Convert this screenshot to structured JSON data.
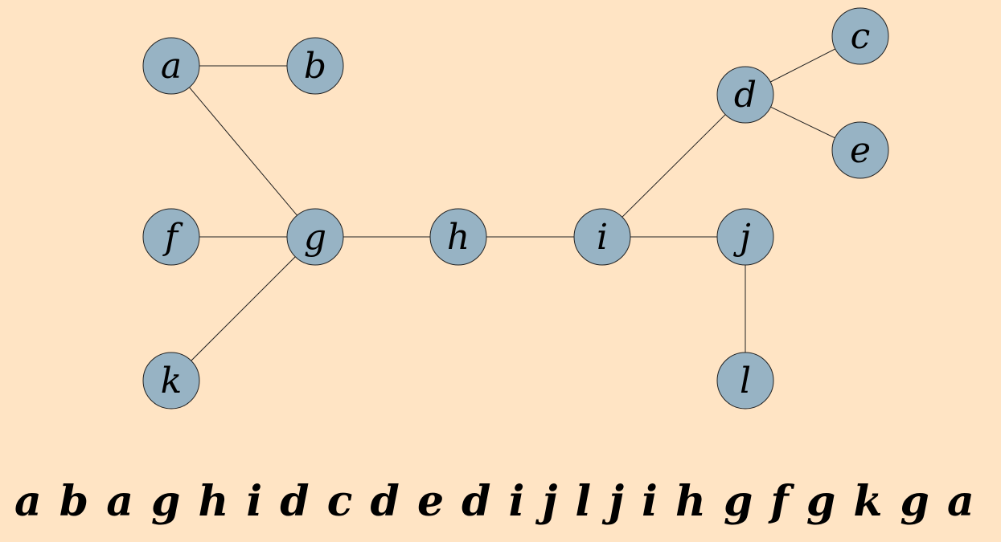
{
  "colors": {
    "background": "#ffe4c4",
    "node_fill": "#97b3c4",
    "node_stroke": "#222222",
    "edge": "#222222"
  },
  "nodes": [
    {
      "id": "a",
      "label": "a"
    },
    {
      "id": "b",
      "label": "b"
    },
    {
      "id": "c",
      "label": "c"
    },
    {
      "id": "d",
      "label": "d"
    },
    {
      "id": "e",
      "label": "e"
    },
    {
      "id": "f",
      "label": "f"
    },
    {
      "id": "g",
      "label": "g"
    },
    {
      "id": "h",
      "label": "h"
    },
    {
      "id": "i",
      "label": "i"
    },
    {
      "id": "j",
      "label": "j"
    },
    {
      "id": "k",
      "label": "k"
    },
    {
      "id": "l",
      "label": "l"
    }
  ],
  "edges": [
    [
      "a",
      "b"
    ],
    [
      "a",
      "g"
    ],
    [
      "f",
      "g"
    ],
    [
      "g",
      "h"
    ],
    [
      "g",
      "k"
    ],
    [
      "h",
      "i"
    ],
    [
      "i",
      "d"
    ],
    [
      "i",
      "j"
    ],
    [
      "d",
      "c"
    ],
    [
      "d",
      "e"
    ],
    [
      "j",
      "l"
    ]
  ],
  "traversal": "a b a g h i d c d e d i j l j i h g f g k g a"
}
